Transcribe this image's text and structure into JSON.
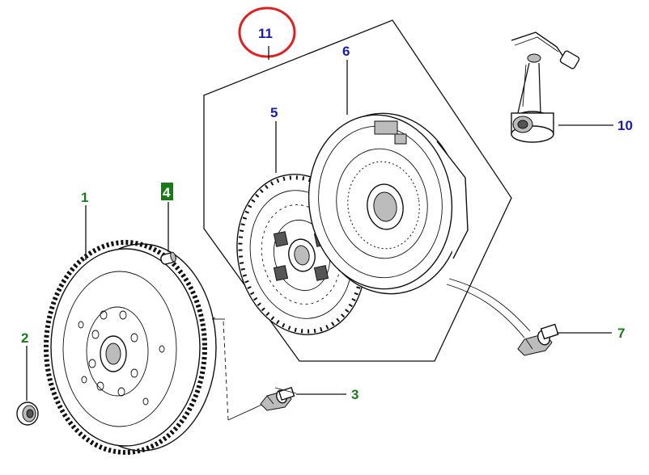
{
  "callouts": {
    "c1": {
      "label": "1",
      "color": "#1a7a1a"
    },
    "c2": {
      "label": "2",
      "color": "#1a7a1a"
    },
    "c3": {
      "label": "3",
      "color": "#1a7a1a"
    },
    "c4": {
      "label": "4",
      "color": "#ffffff",
      "background": "#1a7a1a"
    },
    "c5": {
      "label": "5",
      "color": "#1a1ab0"
    },
    "c6": {
      "label": "6",
      "color": "#1a1ab0"
    },
    "c7": {
      "label": "7",
      "color": "#1a7a1a"
    },
    "c10": {
      "label": "10",
      "color": "#1a1ab0"
    },
    "c11": {
      "label": "11",
      "color": "#1a1ab0",
      "highlight_ring": "#e02020"
    }
  },
  "icons": {
    "flywheel": "flywheel-icon",
    "spigot_bearing": "bearing-icon",
    "dowel": "dowel-icon",
    "flywheel_bolt": "bolt-icon",
    "clutch_disc": "clutch-disc-icon",
    "pressure_plate": "pressure-plate-icon",
    "pressure_plate_bolt": "bolt-icon",
    "release_bearing": "slave-cylinder-icon"
  }
}
